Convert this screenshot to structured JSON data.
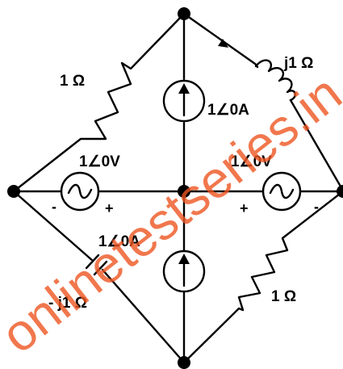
{
  "watermark": {
    "text": "onlinetestseries.in",
    "color": "#ee5520"
  },
  "labels": {
    "r_top_left": "1 Ω",
    "l_top_right": "j1 Ω",
    "src_current_top": "1∠0A",
    "src_voltage_left": "1∠0V",
    "src_voltage_right": "1∠0V",
    "src_current_bottom": "1∠0A",
    "c_bottom_left": "- j1 Ω",
    "r_bottom_right": "1 Ω"
  },
  "polarity": {
    "left_minus": "-",
    "left_plus": "+",
    "right_plus": "+",
    "right_minus": "-"
  },
  "colors": {
    "wire": "#000000",
    "node": "#000000"
  }
}
